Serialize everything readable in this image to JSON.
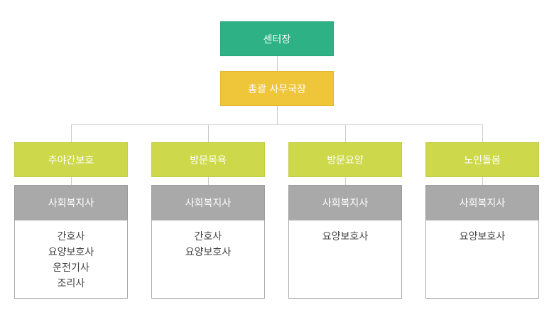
{
  "org": {
    "head": "센터장",
    "general": "총괄 사무국장",
    "departments": [
      {
        "name": "주야간보호",
        "role": "사회복지사",
        "staff": [
          "간호사",
          "요양보호사",
          "운전기사",
          "조리사"
        ]
      },
      {
        "name": "방문목욕",
        "role": "사회복지사",
        "staff": [
          "간호사",
          "요양보호사"
        ]
      },
      {
        "name": "방문요양",
        "role": "사회복지사",
        "staff": [
          "요양보호사"
        ]
      },
      {
        "name": "노인돌봄",
        "role": "사회복지사",
        "staff": [
          "요양보호사"
        ]
      }
    ]
  },
  "colors": {
    "head": "#2db185",
    "general": "#efc53a",
    "department": "#cdd84a",
    "role": "#a9a9a9",
    "connector": "#cccccc"
  }
}
